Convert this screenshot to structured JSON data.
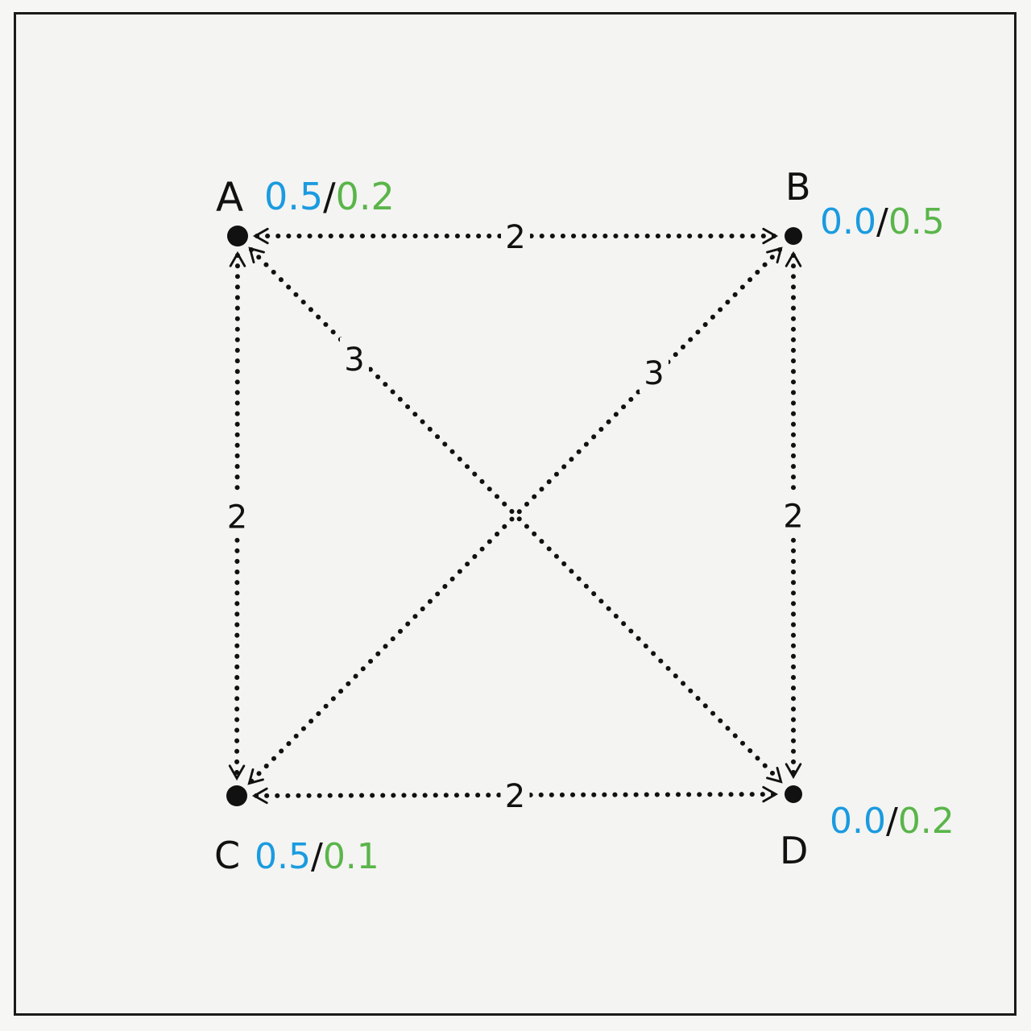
{
  "colors": {
    "ink": "#111111",
    "blue": "#1a9be0",
    "green": "#5ab54a",
    "paper": "#f4f4f2"
  },
  "nodes": [
    {
      "id": "A",
      "label": "A",
      "value_blue": "0.5",
      "value_green": "0.2"
    },
    {
      "id": "B",
      "label": "B",
      "value_blue": "0.0",
      "value_green": "0.5"
    },
    {
      "id": "C",
      "label": "C",
      "value_blue": "0.5",
      "value_green": "0.1"
    },
    {
      "id": "D",
      "label": "D",
      "value_blue": "0.0",
      "value_green": "0.2"
    }
  ],
  "edges": [
    {
      "from": "A",
      "to": "B",
      "weight": "2",
      "bidirectional": true
    },
    {
      "from": "A",
      "to": "C",
      "weight": "2",
      "bidirectional": true
    },
    {
      "from": "B",
      "to": "D",
      "weight": "2",
      "bidirectional": true
    },
    {
      "from": "C",
      "to": "D",
      "weight": "2",
      "bidirectional": true
    },
    {
      "from": "A",
      "to": "D",
      "weight": "3",
      "bidirectional": true
    },
    {
      "from": "B",
      "to": "C",
      "weight": "3",
      "bidirectional": true
    }
  ],
  "separator": "/"
}
